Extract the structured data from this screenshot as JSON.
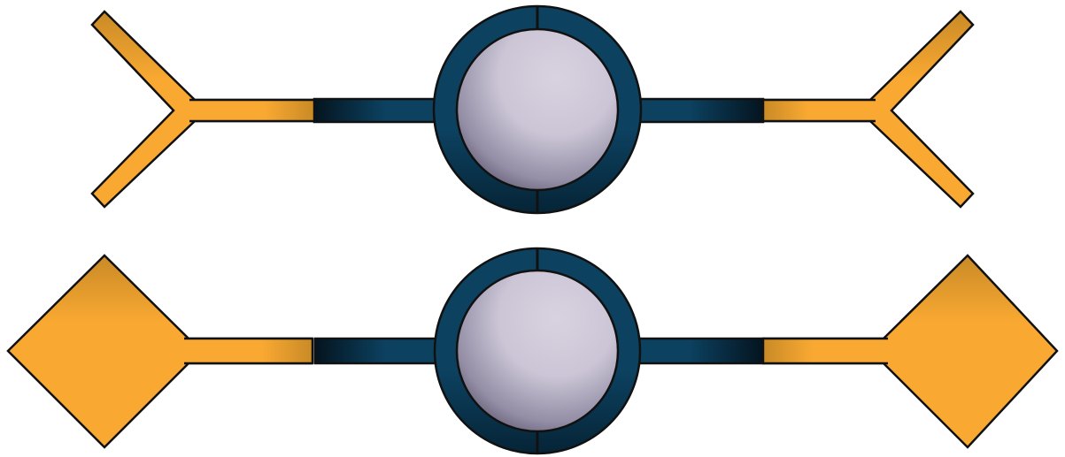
{
  "colors": {
    "orange": "#F9A932",
    "orange_dark": "#C98A26",
    "navy": "#0C4160",
    "navy_dark": "#062436",
    "sphere_light": "#D4CEDD",
    "sphere_dark": "#6E6880",
    "outline": "#111111"
  },
  "components": [
    {
      "name": "top-connector",
      "terminal_shape": "y-fork"
    },
    {
      "name": "bottom-connector",
      "terminal_shape": "diamond"
    }
  ]
}
